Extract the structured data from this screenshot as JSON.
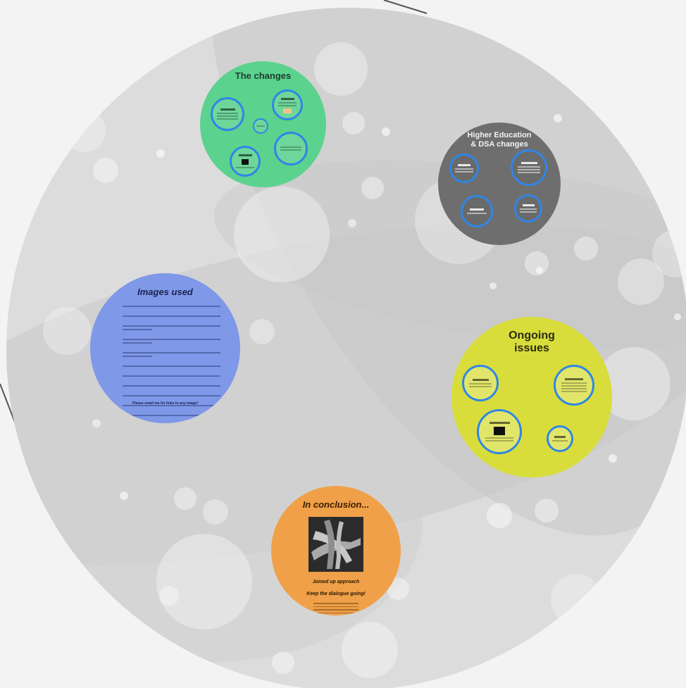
{
  "topics": {
    "changes": {
      "title": "The changes"
    },
    "higher_ed": {
      "title_line1": "Higher Education",
      "title_line2": "& DSA changes"
    },
    "images": {
      "title": "Images used",
      "note": "Please email me for links to any image!"
    },
    "ongoing": {
      "title_line1": "Ongoing",
      "title_line2": "issues"
    },
    "conclusion": {
      "title": "In conclusion...",
      "tagline1": "Joined up approach",
      "tagline2": "Keep the dialogue going!"
    }
  },
  "colors": {
    "background": "#f3f3f3",
    "main_circle": "#dcdcdc",
    "changes": "#5bd28e",
    "higher_ed": "#6e6e6e",
    "images": "#7f98e8",
    "ongoing": "#d8dd3b",
    "conclusion": "#f0a048",
    "frame_ring": "#2f86e6"
  }
}
